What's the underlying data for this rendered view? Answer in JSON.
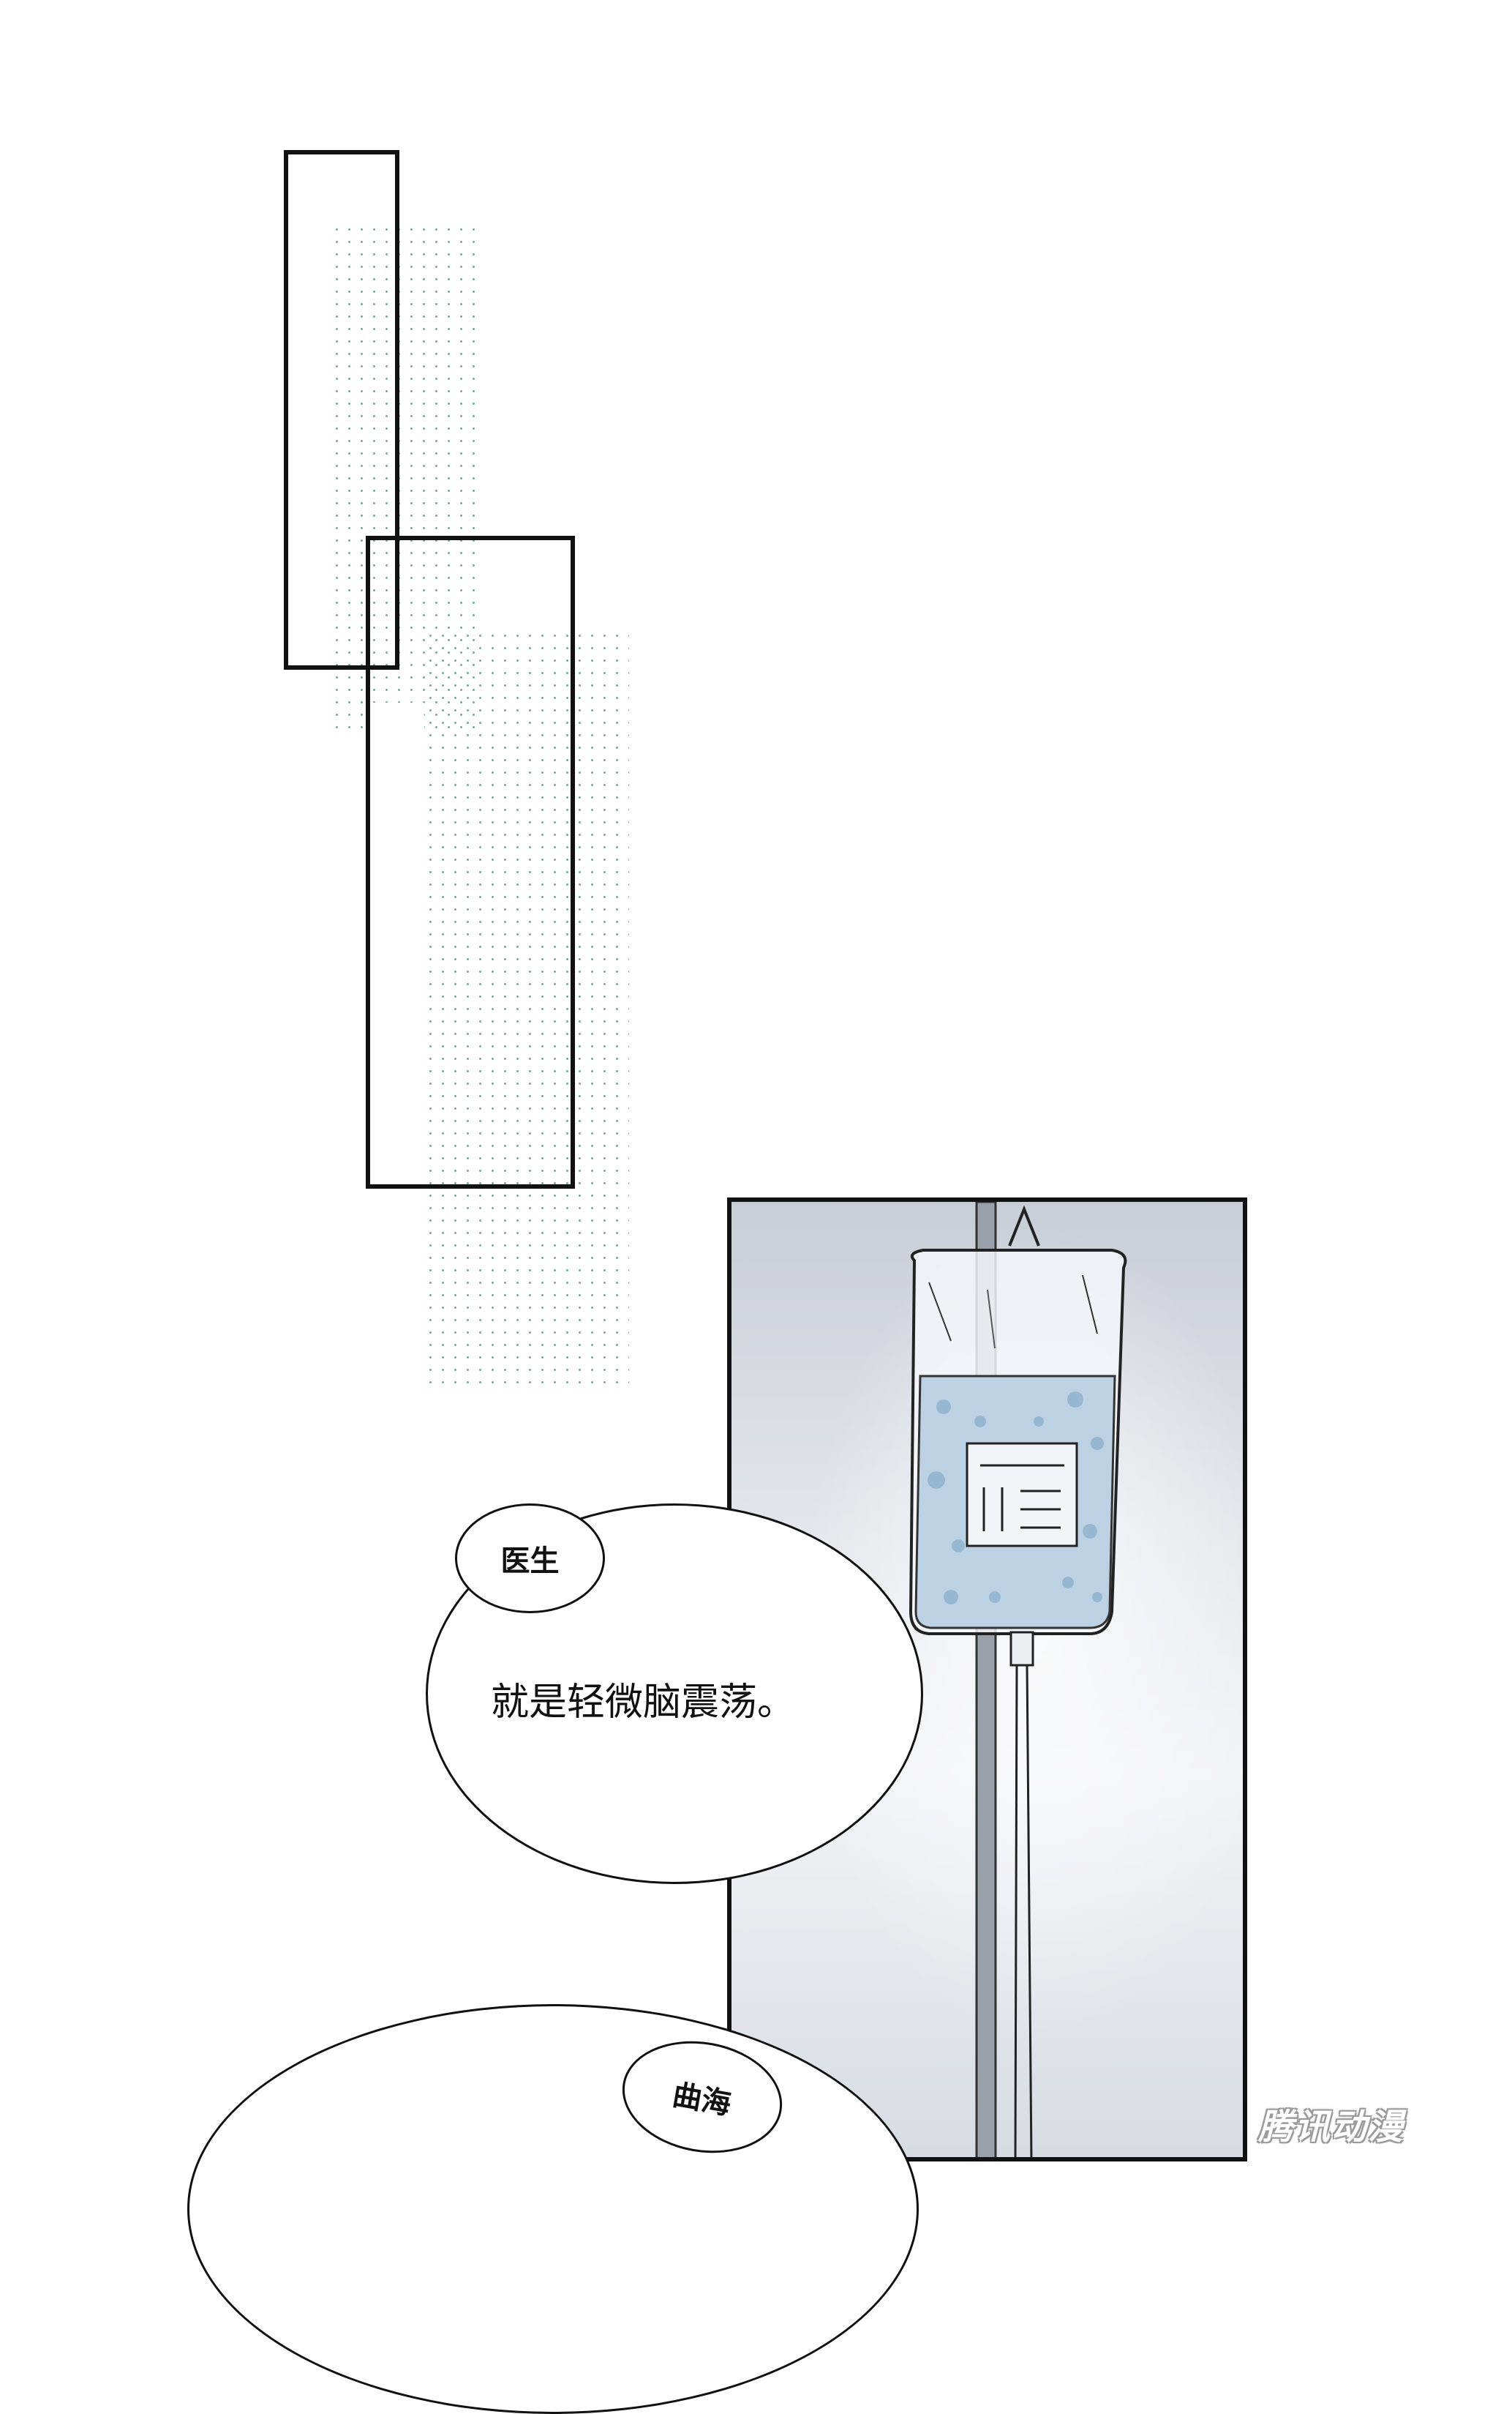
{
  "scene": {
    "halftone_color": "#4f8a74",
    "line_color": "#111111"
  },
  "bubbles": [
    {
      "speaker": "医生",
      "text": "就是轻微脑震荡。"
    },
    {
      "speaker": "曲海",
      "text": ""
    }
  ],
  "watermark": "腾讯动漫"
}
